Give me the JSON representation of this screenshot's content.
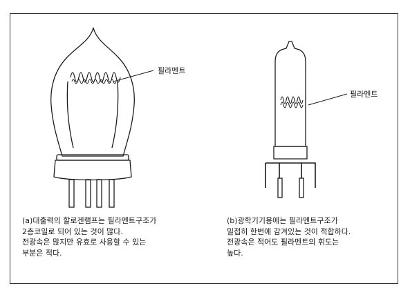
{
  "lamp_a": {
    "filament_label": "필라멘트",
    "caption": [
      "(a)대출력의 할로겐램프는 필라멘트구조가",
      "2층코일로 되어 있는 것이 많다.",
      "전광속은 많지만 유효로 사용할 수 있는",
      "부분은 적다."
    ]
  },
  "lamp_b": {
    "filament_label": "필라멘트",
    "caption": [
      "(b)광학기기용에는 필라멘트구조가",
      "밀접히 한번에 감겨있는 것이 적합하다.",
      "전광속은 적어도 필라멘트의 휘도는",
      "높다."
    ]
  }
}
